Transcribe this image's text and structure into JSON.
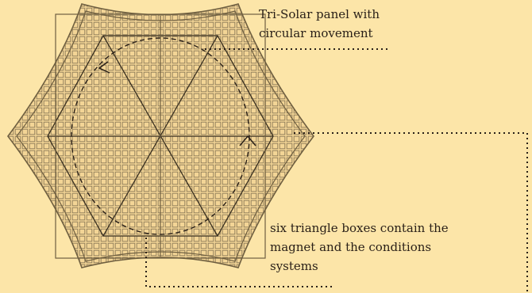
{
  "labels": {
    "top": [
      "Tri-Solar panel with",
      "circular movement"
    ],
    "bottom": [
      "six triangle boxes contain the",
      "magnet and the conditions",
      "systems"
    ]
  },
  "colors": {
    "background": "#fce5a8",
    "panel_fill": "#f6d89a",
    "stroke": "#7a6a4a",
    "line": "#3a3020"
  },
  "diagram": {
    "triangle_count": 6,
    "rotation_arrows": 2
  }
}
